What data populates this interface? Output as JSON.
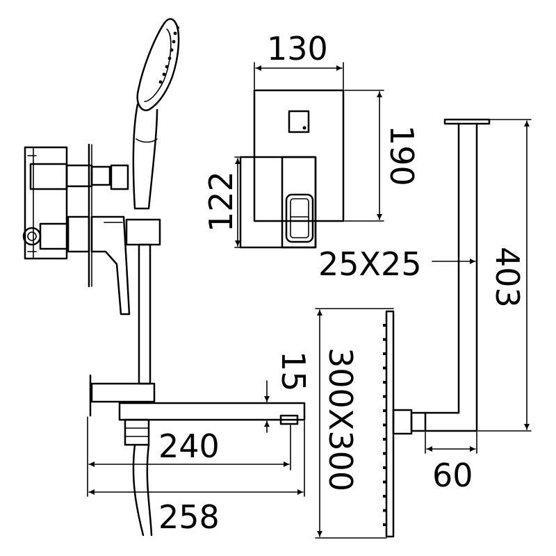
{
  "dimensions": {
    "width_130": "130",
    "height_190": "190",
    "height_122": "122",
    "arm_section": "25X25",
    "arm_length_403": "403",
    "head_size": "300X300",
    "spout_thickness": "15",
    "spout_length_240": "240",
    "spout_total_258": "258",
    "arm_offset_60": "60"
  }
}
